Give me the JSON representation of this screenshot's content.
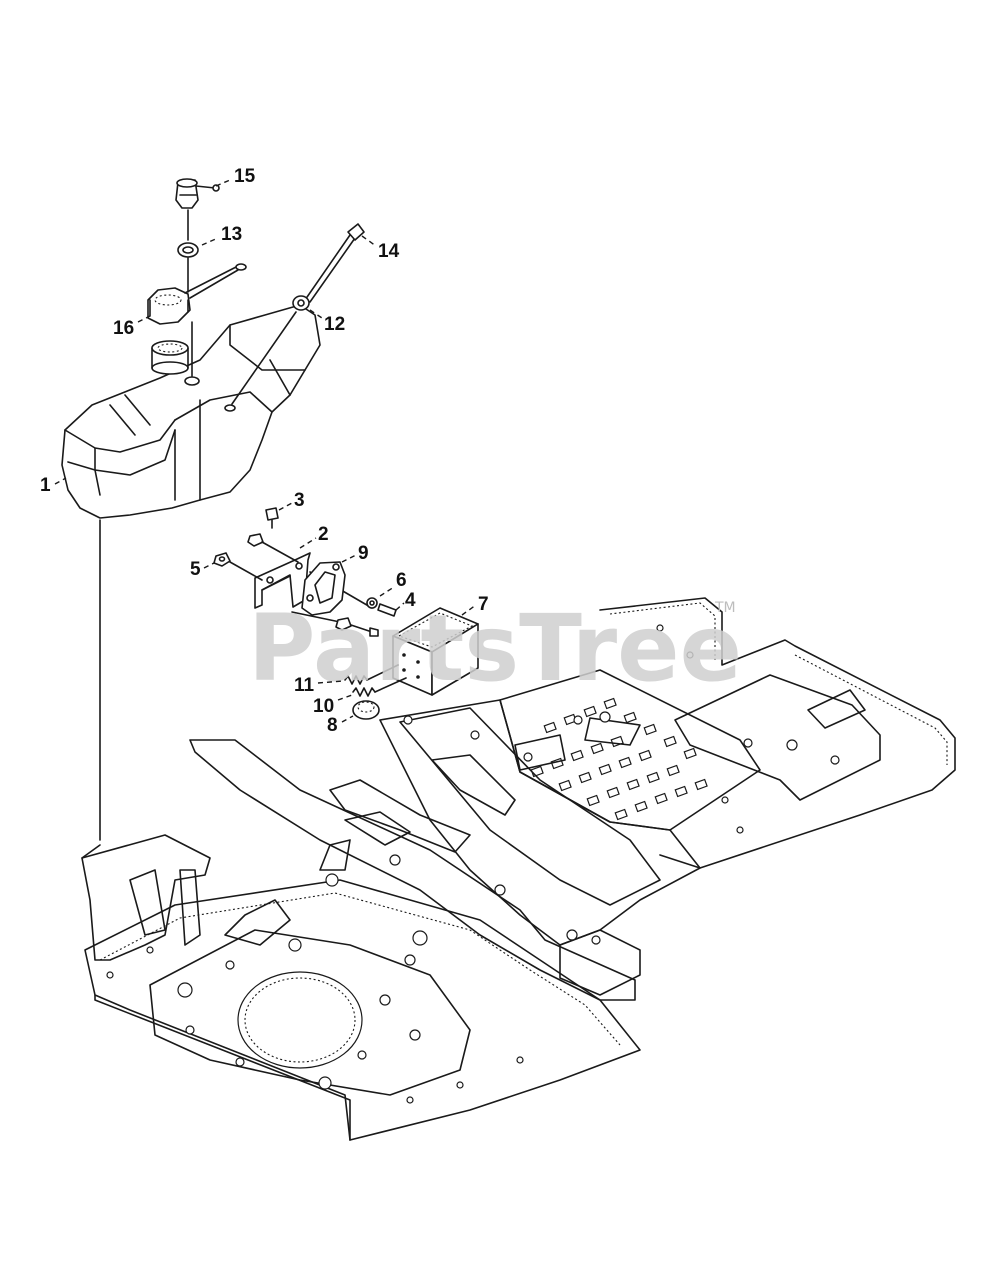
{
  "diagram": {
    "watermark": {
      "text": "PartsTree",
      "trademark": "TM"
    },
    "callouts": [
      {
        "id": "1",
        "label": "1"
      },
      {
        "id": "2",
        "label": "2"
      },
      {
        "id": "3",
        "label": "3"
      },
      {
        "id": "4",
        "label": "4"
      },
      {
        "id": "5",
        "label": "5"
      },
      {
        "id": "6",
        "label": "6"
      },
      {
        "id": "7",
        "label": "7"
      },
      {
        "id": "8",
        "label": "8"
      },
      {
        "id": "9",
        "label": "9"
      },
      {
        "id": "10",
        "label": "10"
      },
      {
        "id": "11",
        "label": "11"
      },
      {
        "id": "12",
        "label": "12"
      },
      {
        "id": "13",
        "label": "13"
      },
      {
        "id": "14",
        "label": "14"
      },
      {
        "id": "15",
        "label": "15"
      },
      {
        "id": "16",
        "label": "16"
      }
    ],
    "parts": [
      {
        "name": "fuel-tank",
        "callout": "1"
      },
      {
        "name": "mounting-bracket",
        "callout": "2"
      },
      {
        "name": "bolt",
        "callout": "3"
      },
      {
        "name": "screw",
        "callout": "4"
      },
      {
        "name": "nut",
        "callout": "5"
      },
      {
        "name": "washer",
        "callout": "6"
      },
      {
        "name": "battery-box",
        "callout": "7"
      },
      {
        "name": "cap",
        "callout": "8"
      },
      {
        "name": "clamp",
        "callout": "9"
      },
      {
        "name": "spring",
        "callout": "10"
      },
      {
        "name": "spring-small",
        "callout": "11"
      },
      {
        "name": "grommet",
        "callout": "12"
      },
      {
        "name": "grommet-seal",
        "callout": "13"
      },
      {
        "name": "vent-line",
        "callout": "14"
      },
      {
        "name": "fuel-valve",
        "callout": "15"
      },
      {
        "name": "fuel-cap",
        "callout": "16"
      }
    ]
  }
}
